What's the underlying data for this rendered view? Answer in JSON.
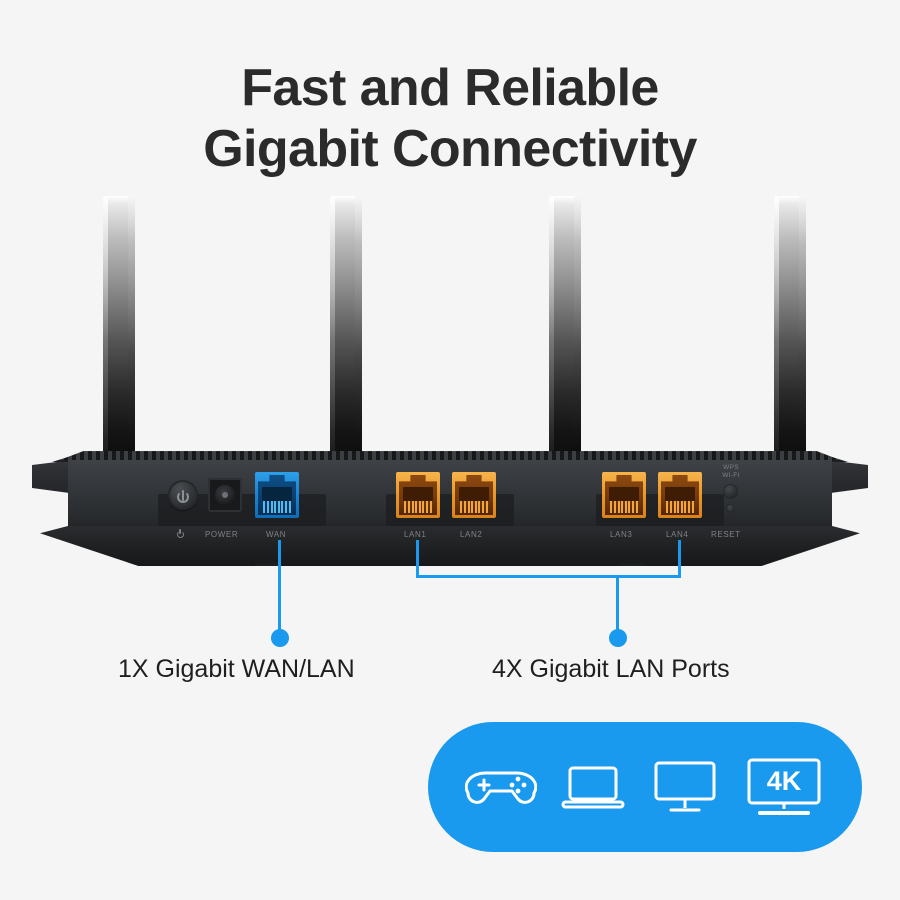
{
  "background_color": "#f5f5f5",
  "accent_color": "#1a9aee",
  "headline": {
    "line1": "Fast and Reliable",
    "line2": "Gigabit Connectivity",
    "color": "#2b2b2b"
  },
  "router": {
    "chassis_labels": {
      "power": "POWER",
      "wan": "WAN",
      "lan1": "LAN1",
      "lan2": "LAN2",
      "lan3": "LAN3",
      "lan4": "LAN4",
      "reset": "RESET",
      "wps_line1": "WPS",
      "wps_line2": "WI-FI"
    },
    "ports": [
      {
        "name": "wan",
        "label": "WAN",
        "color": "#1a87d6"
      },
      {
        "name": "lan1",
        "label": "LAN1",
        "color": "#eb9a2a"
      },
      {
        "name": "lan2",
        "label": "LAN2",
        "color": "#eb9a2a"
      },
      {
        "name": "lan3",
        "label": "LAN3",
        "color": "#eb9a2a"
      },
      {
        "name": "lan4",
        "label": "LAN4",
        "color": "#eb9a2a"
      }
    ],
    "antenna_count": 4
  },
  "callouts": [
    {
      "id": "wan",
      "caption": "1X Gigabit WAN/LAN"
    },
    {
      "id": "lan",
      "caption": "4X Gigabit LAN Ports"
    }
  ],
  "badge": {
    "background": "#1a9aee",
    "items": [
      {
        "icon": "gamepad-icon",
        "label": ""
      },
      {
        "icon": "laptop-icon",
        "label": ""
      },
      {
        "icon": "monitor-icon",
        "label": ""
      },
      {
        "icon": "tv-4k-icon",
        "label": "4K"
      }
    ],
    "tv_text": "4K"
  }
}
